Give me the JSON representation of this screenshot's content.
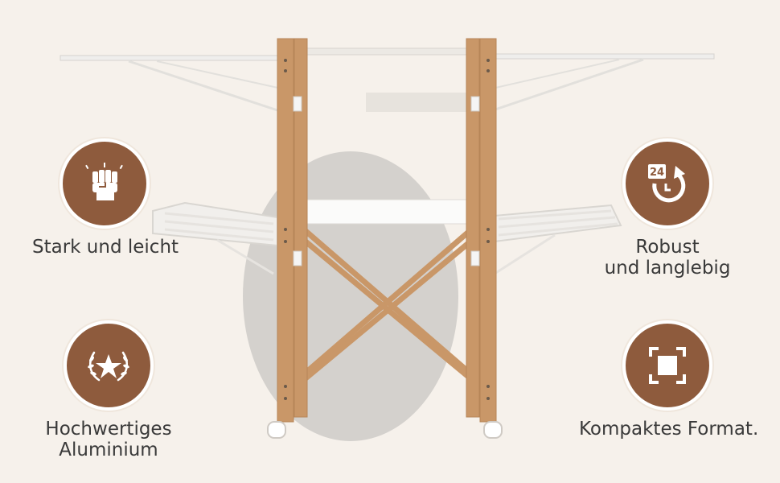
{
  "features": [
    {
      "id": "strength",
      "icon": "fist-icon",
      "label_lines": [
        "Stark und leicht"
      ]
    },
    {
      "id": "aluminium",
      "icon": "laurel-star-icon",
      "label_lines": [
        "Hochwertiges",
        "Aluminium"
      ]
    },
    {
      "id": "durable",
      "icon": "24h-rotate-icon",
      "label_lines": [
        "Robust",
        "und langlebig"
      ]
    },
    {
      "id": "compact",
      "icon": "frame-corners-icon",
      "label_lines": [
        "Kompaktes Format."
      ]
    }
  ],
  "colors": {
    "background": "#f6f1eb",
    "badge": "#8e5b3d",
    "wood": "#c99768",
    "metal": "#f1f0ee",
    "text": "#3a3a3a"
  }
}
